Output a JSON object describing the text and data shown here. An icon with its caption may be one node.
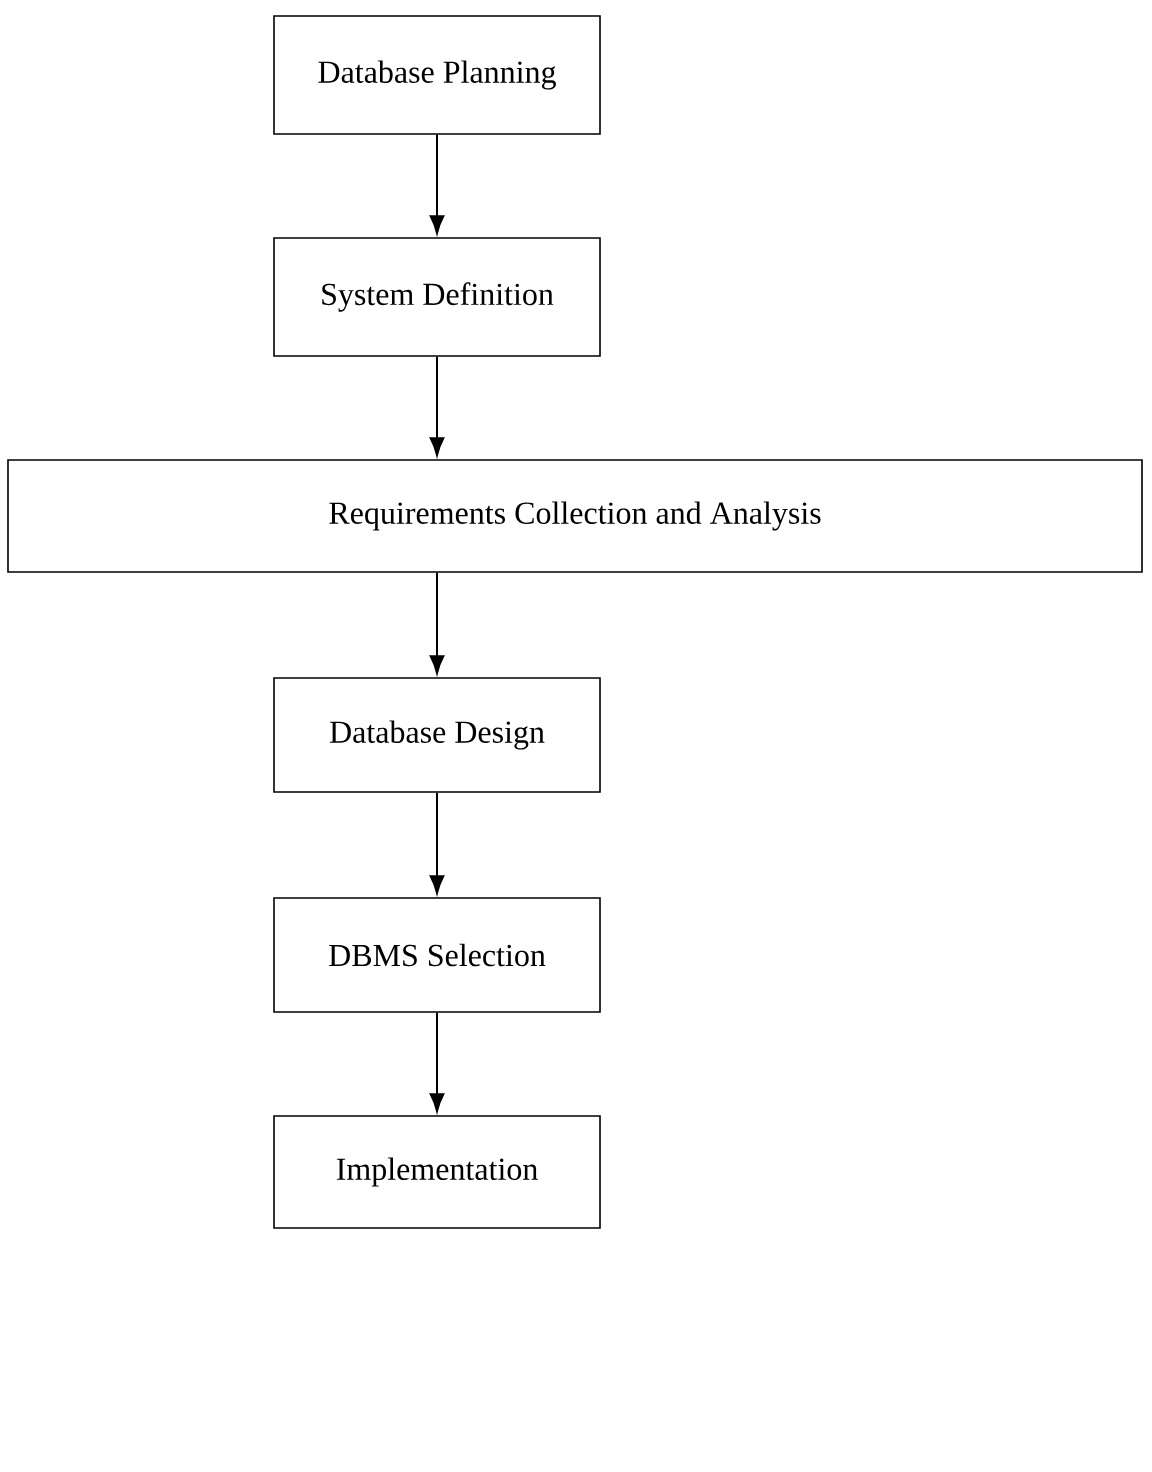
{
  "diagram": {
    "nodes": [
      {
        "text": [
          "Database Planning"
        ]
      },
      {
        "text": [
          "System Definition"
        ]
      },
      {
        "text": [
          "Requirements Collection and Analysis"
        ]
      },
      {
        "text": [
          "Database Design"
        ]
      },
      {
        "text": [
          "DBMS Selection"
        ]
      },
      {
        "text": [
          "Implementation"
        ]
      }
    ],
    "edges": [
      {
        "from": 0,
        "to": 1,
        "arrow": "to"
      },
      {
        "from": 1,
        "to": 2,
        "arrow": "to"
      },
      {
        "from": 2,
        "to": 3,
        "arrow": "to"
      },
      {
        "from": 3,
        "to": 4,
        "arrow": "to"
      },
      {
        "from": 4,
        "to": 5,
        "arrow": "to"
      }
    ]
  }
}
